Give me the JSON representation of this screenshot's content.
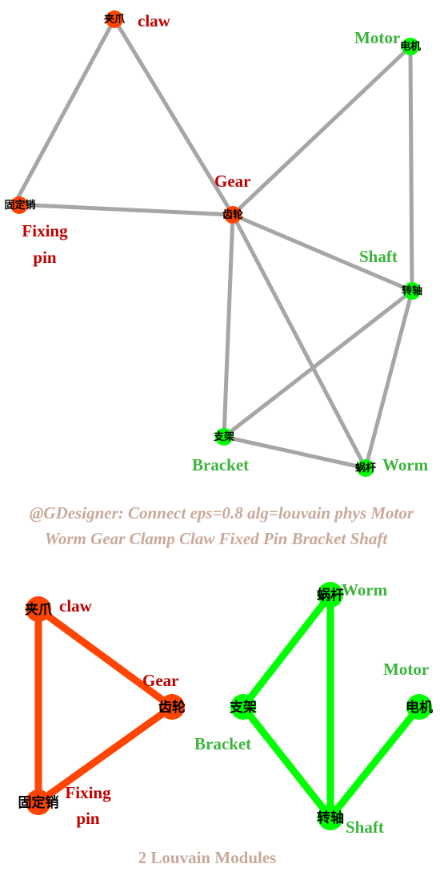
{
  "colors": {
    "red_module": "#ff4500",
    "green_module": "#00ff00",
    "red_label": "#c00000",
    "green_label": "#3cb43c",
    "edge": "#a6a6a6",
    "caption": "#c9a99a"
  },
  "top_graph": {
    "nodes": {
      "claw": {
        "cn": "夹爪",
        "en": "claw"
      },
      "motor": {
        "cn": "电机",
        "en": "Motor"
      },
      "gear": {
        "cn": "齿轮",
        "en": "Gear"
      },
      "fixing_pin": {
        "cn": "固定销",
        "en_line1": "Fixing",
        "en_line2": "pin"
      },
      "shaft": {
        "cn": "转轴",
        "en": "Shaft"
      },
      "bracket": {
        "cn": "支架",
        "en": "Bracket"
      },
      "worm": {
        "cn": "蜗杆",
        "en": "Worm"
      }
    }
  },
  "caption_top": {
    "line1": "@GDesigner: Connect eps=0.8 alg=louvain phys Motor",
    "line2": "Worm Gear Clamp Claw Fixed Pin Bracket Shaft"
  },
  "bottom_graph": {
    "nodes": {
      "claw": {
        "cn": "夹爪",
        "en": "claw"
      },
      "gear": {
        "cn": "齿轮",
        "en": "Gear"
      },
      "fixing_pin": {
        "cn": "固定销",
        "en_line1": "Fixing",
        "en_line2": "pin"
      },
      "worm": {
        "cn": "蜗杆",
        "en": "Worm"
      },
      "motor": {
        "cn": "电机",
        "en": "Motor"
      },
      "bracket": {
        "cn": "支架",
        "en": "Bracket"
      },
      "shaft": {
        "cn": "转轴",
        "en": "Shaft"
      }
    }
  },
  "caption_bottom": "2 Louvain Modules"
}
